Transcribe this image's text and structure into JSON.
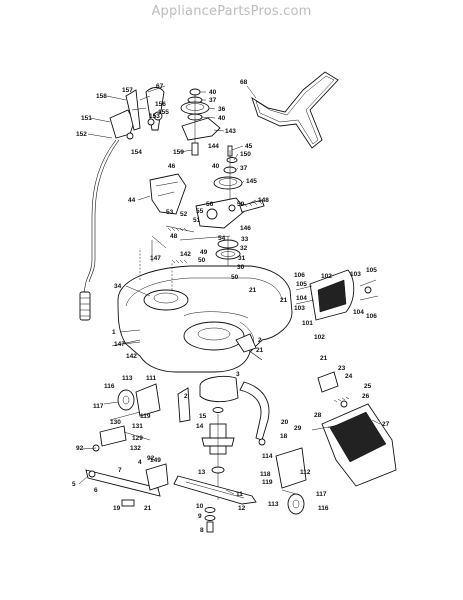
{
  "watermark": "AppliancePartsPros.com",
  "callouts": [
    {
      "id": "c68",
      "label": "68"
    },
    {
      "id": "c67",
      "label": "67"
    },
    {
      "id": "c158",
      "label": "158"
    },
    {
      "id": "c157",
      "label": "157"
    },
    {
      "id": "c40a",
      "label": "40"
    },
    {
      "id": "c37a",
      "label": "37"
    },
    {
      "id": "c36",
      "label": "36"
    },
    {
      "id": "c40b",
      "label": "40"
    },
    {
      "id": "c143",
      "label": "143"
    },
    {
      "id": "c151",
      "label": "151"
    },
    {
      "id": "c156",
      "label": "156"
    },
    {
      "id": "c155",
      "label": "155"
    },
    {
      "id": "c153",
      "label": "153"
    },
    {
      "id": "c152",
      "label": "152"
    },
    {
      "id": "c154",
      "label": "154"
    },
    {
      "id": "c144",
      "label": "144"
    },
    {
      "id": "c159",
      "label": "159"
    },
    {
      "id": "c45",
      "label": "45"
    },
    {
      "id": "c150",
      "label": "150"
    },
    {
      "id": "c46",
      "label": "46"
    },
    {
      "id": "c40c",
      "label": "40"
    },
    {
      "id": "c37b",
      "label": "37"
    },
    {
      "id": "c145",
      "label": "145"
    },
    {
      "id": "c44",
      "label": "44"
    },
    {
      "id": "c56",
      "label": "56"
    },
    {
      "id": "c59",
      "label": "59"
    },
    {
      "id": "c148",
      "label": "148"
    },
    {
      "id": "c53",
      "label": "53"
    },
    {
      "id": "c52",
      "label": "52"
    },
    {
      "id": "c55",
      "label": "55"
    },
    {
      "id": "c51",
      "label": "51"
    },
    {
      "id": "c146",
      "label": "146"
    },
    {
      "id": "c48",
      "label": "48"
    },
    {
      "id": "c54",
      "label": "54"
    },
    {
      "id": "c33",
      "label": "33"
    },
    {
      "id": "c49",
      "label": "49"
    },
    {
      "id": "c32",
      "label": "32"
    },
    {
      "id": "c147a",
      "label": "147"
    },
    {
      "id": "c142a",
      "label": "142"
    },
    {
      "id": "c50a",
      "label": "50"
    },
    {
      "id": "c31",
      "label": "31"
    },
    {
      "id": "c30",
      "label": "30"
    },
    {
      "id": "c50b",
      "label": "50"
    },
    {
      "id": "c21a",
      "label": "21"
    },
    {
      "id": "c21b",
      "label": "21"
    },
    {
      "id": "c34",
      "label": "34"
    },
    {
      "id": "c106a",
      "label": "106"
    },
    {
      "id": "c102a",
      "label": "102"
    },
    {
      "id": "c103a",
      "label": "103"
    },
    {
      "id": "c105",
      "label": "105"
    },
    {
      "id": "c105b",
      "label": "105"
    },
    {
      "id": "c104a",
      "label": "104"
    },
    {
      "id": "c103b",
      "label": "103"
    },
    {
      "id": "c104b",
      "label": "104"
    },
    {
      "id": "c106b",
      "label": "106"
    },
    {
      "id": "c101",
      "label": "101"
    },
    {
      "id": "c102b",
      "label": "102"
    },
    {
      "id": "c1",
      "label": "1"
    },
    {
      "id": "c147b",
      "label": "147"
    },
    {
      "id": "c2a",
      "label": "2"
    },
    {
      "id": "c21c",
      "label": "21"
    },
    {
      "id": "c142b",
      "label": "142"
    },
    {
      "id": "c21d",
      "label": "21"
    },
    {
      "id": "c23",
      "label": "23"
    },
    {
      "id": "c24",
      "label": "24"
    },
    {
      "id": "c25",
      "label": "25"
    },
    {
      "id": "c26",
      "label": "26"
    },
    {
      "id": "c113",
      "label": "113"
    },
    {
      "id": "c111",
      "label": "111"
    },
    {
      "id": "c116a",
      "label": "116"
    },
    {
      "id": "c2b",
      "label": "2"
    },
    {
      "id": "c3",
      "label": "3"
    },
    {
      "id": "c117a",
      "label": "117"
    },
    {
      "id": "c119a",
      "label": "119"
    },
    {
      "id": "c15",
      "label": "15"
    },
    {
      "id": "c20",
      "label": "20"
    },
    {
      "id": "c28",
      "label": "28"
    },
    {
      "id": "c27",
      "label": "27"
    },
    {
      "id": "c29",
      "label": "29"
    },
    {
      "id": "c130",
      "label": "130"
    },
    {
      "id": "c131",
      "label": "131"
    },
    {
      "id": "c129",
      "label": "129"
    },
    {
      "id": "c132",
      "label": "132"
    },
    {
      "id": "c14",
      "label": "14"
    },
    {
      "id": "c18",
      "label": "18"
    },
    {
      "id": "c92a",
      "label": "92"
    },
    {
      "id": "c92b",
      "label": "92"
    },
    {
      "id": "c114",
      "label": "114"
    },
    {
      "id": "c4",
      "label": "4"
    },
    {
      "id": "c149",
      "label": "149"
    },
    {
      "id": "c7",
      "label": "7"
    },
    {
      "id": "c13",
      "label": "13"
    },
    {
      "id": "c112",
      "label": "112"
    },
    {
      "id": "c118",
      "label": "118"
    },
    {
      "id": "c119b",
      "label": "119"
    },
    {
      "id": "c5",
      "label": "5"
    },
    {
      "id": "c6",
      "label": "6"
    },
    {
      "id": "c11",
      "label": "11"
    },
    {
      "id": "c117b",
      "label": "117"
    },
    {
      "id": "c113b",
      "label": "113"
    },
    {
      "id": "c12",
      "label": "12"
    },
    {
      "id": "c19",
      "label": "19"
    },
    {
      "id": "c21e",
      "label": "21"
    },
    {
      "id": "c10",
      "label": "10"
    },
    {
      "id": "c9",
      "label": "9"
    },
    {
      "id": "c8",
      "label": "8"
    },
    {
      "id": "c116b",
      "label": "116"
    }
  ]
}
